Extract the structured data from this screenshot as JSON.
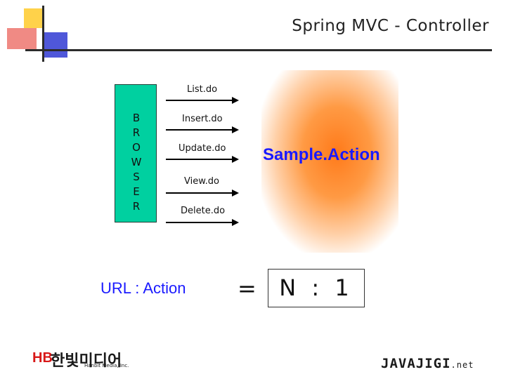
{
  "slide": {
    "title": "Spring MVC - Controller",
    "browser_letters": [
      "B",
      "R",
      "O",
      "W",
      "S",
      "E",
      "R"
    ],
    "requests": [
      {
        "label": "List.do"
      },
      {
        "label": "Insert.do"
      },
      {
        "label": "Update.do"
      },
      {
        "label": "View.do"
      },
      {
        "label": "Delete.do"
      }
    ],
    "action_label": "Sample.Action",
    "mapping_label": "URL : Action",
    "equals_sign": "=",
    "ratio": "N : 1"
  },
  "footer": {
    "left_logo_mark": "HB",
    "left_logo_korean": "한빛미디어",
    "left_logo_sub": "Hanbit Media, Inc.",
    "right_logo_main": "JAVAJIGI",
    "right_logo_suffix": ".net"
  },
  "colors": {
    "browser_fill": "#00d0a0",
    "action_text": "#1a1aff",
    "glow_center": "#ff7a1a"
  }
}
